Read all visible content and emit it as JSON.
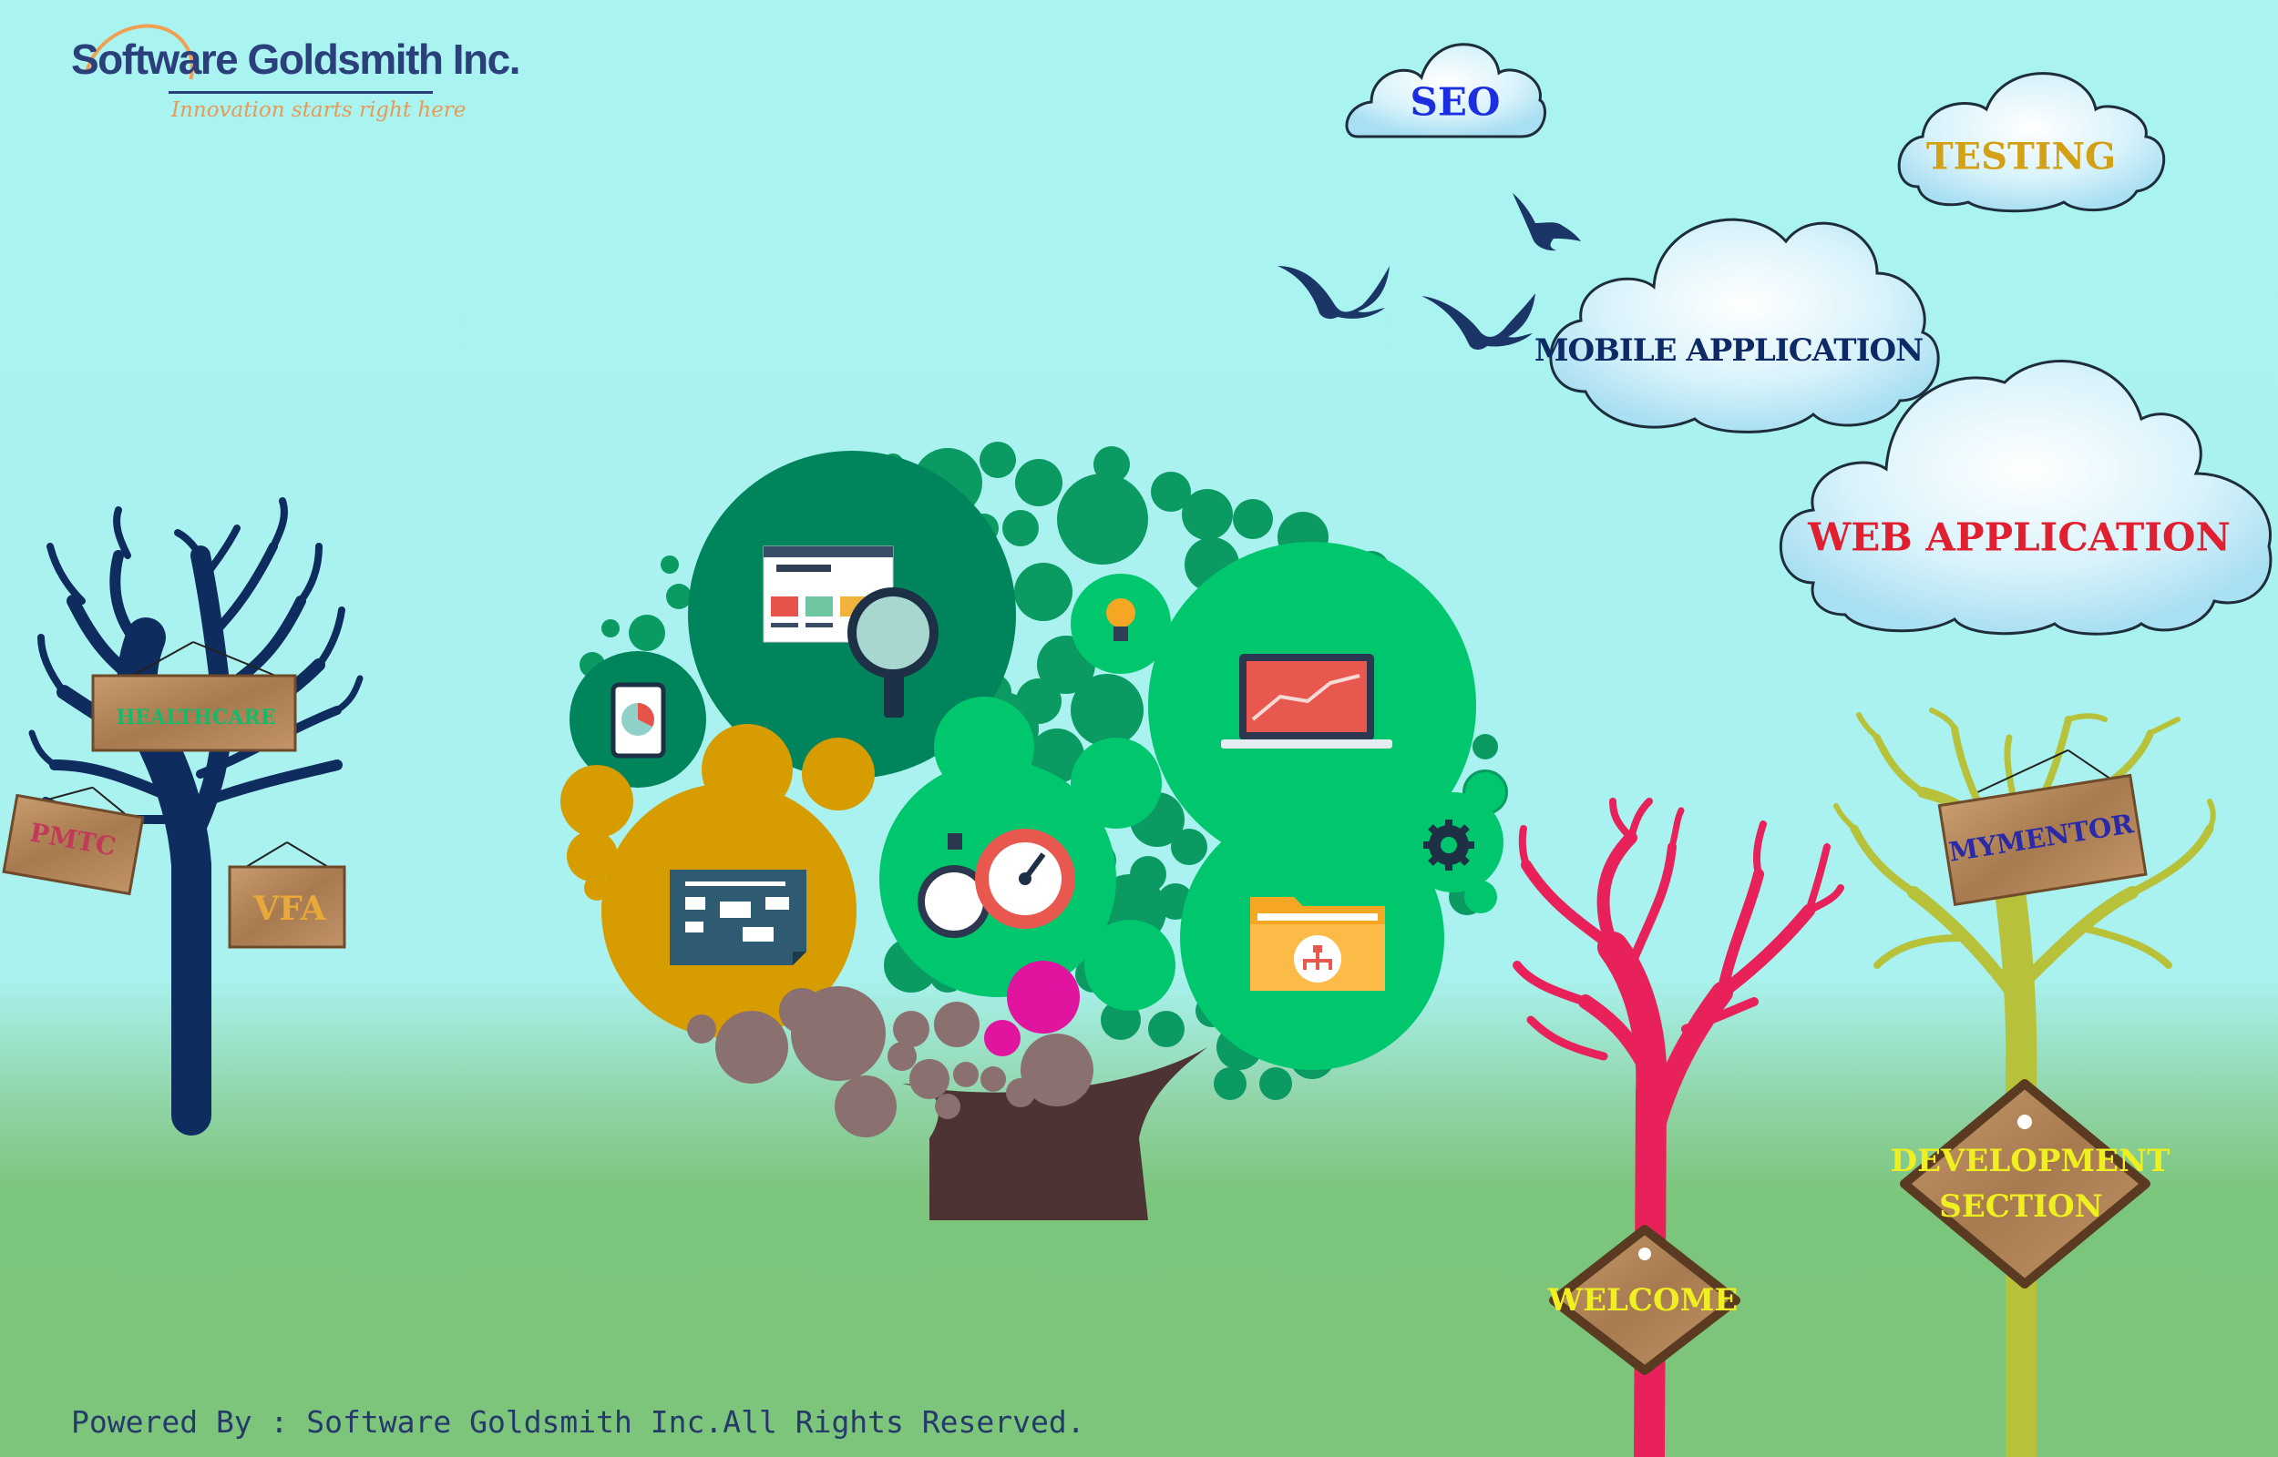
{
  "brand": {
    "name": "Software Goldsmith Inc.",
    "tagline": "Innovation starts right  here"
  },
  "clouds": {
    "seo": "SEO",
    "testing": "TESTING",
    "mobile_application": "MOBILE APPLICATION",
    "web_application": "WEB APPLICATION"
  },
  "signs": {
    "healthcare": "HEALTHCARE",
    "pmtc": "PMTC",
    "vfa": "VFA",
    "mymentor": "MYMENTOR",
    "development_line1": "DEVELOPMENT",
    "development_line2": "SECTION",
    "welcome": "WELCOME"
  },
  "footer": {
    "text": "Powered By : Software Goldsmith Inc.All Rights Reserved."
  },
  "colors": {
    "sky": "#a9f3f1",
    "grass": "#7cc57a",
    "navy": "#0d2a5c",
    "crimson_tree": "#e8215a",
    "olive_tree": "#b7c23a",
    "bubble_green": "#00c76e",
    "bubble_dark_green": "#00845c",
    "bubble_gold": "#d79c00",
    "bubble_magenta": "#e0149e",
    "bubble_taupe": "#8b7070",
    "trunk_brown": "#4d3333",
    "wood_sign": "#b58a5e"
  },
  "icons": [
    "bird-icon",
    "bulb-icon",
    "tablet-pie-icon",
    "web-page-magnifier-icon",
    "laptop-chart-icon",
    "flowchart-document-icon",
    "stopwatch-gauge-icon",
    "folder-network-icon",
    "gear-icon"
  ]
}
